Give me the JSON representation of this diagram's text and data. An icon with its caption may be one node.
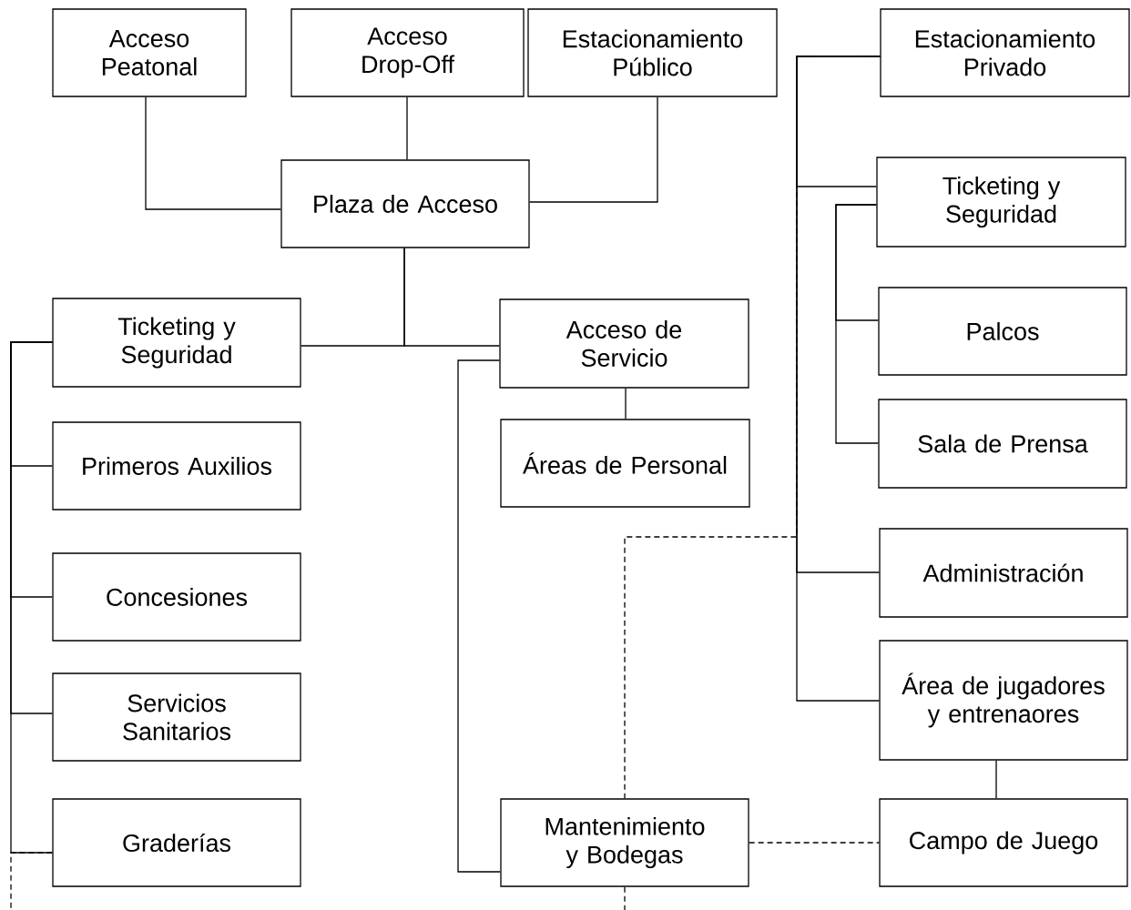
{
  "diagram": {
    "nodes": [
      {
        "text": [
          "Acceso Peatonal"
        ]
      },
      {
        "text": [
          "Acceso Drop-Off"
        ]
      },
      {
        "text": [
          "Estacionamiento Público"
        ]
      },
      {
        "text": [
          "Estacionamiento Privado"
        ]
      },
      {
        "text": [
          "Plaza de Acceso"
        ]
      },
      {
        "text": [
          "Ticketing y Seguridad"
        ]
      },
      {
        "text": [
          "Acceso de Servicio"
        ]
      },
      {
        "text": [
          "Ticketing y Seguridad"
        ]
      },
      {
        "text": [
          "Palcos"
        ]
      },
      {
        "text": [
          "Áreas de Personal"
        ]
      },
      {
        "text": [
          "Primeros Auxilios"
        ]
      },
      {
        "text": [
          "Sala de Prensa"
        ]
      },
      {
        "text": [
          "Administración"
        ]
      },
      {
        "text": [
          "Concesiones"
        ]
      },
      {
        "text": [
          "Área de jugadores y entrenaores"
        ]
      },
      {
        "text": [
          "Servicios Sanitarios"
        ]
      },
      {
        "text": [
          "Graderías"
        ]
      },
      {
        "text": [
          "Mantenimiento y Bodegas"
        ]
      },
      {
        "text": [
          "Campo de Juego"
        ]
      }
    ],
    "edges": [
      {
        "from": 0,
        "to": 4,
        "arrow": "none"
      },
      {
        "from": 1,
        "to": 4,
        "arrow": "none"
      },
      {
        "from": 2,
        "to": 4,
        "arrow": "none"
      },
      {
        "from": 4,
        "to": 5,
        "arrow": "none"
      },
      {
        "from": 4,
        "to": 6,
        "arrow": "none"
      },
      {
        "from": 5,
        "to": 10,
        "arrow": "none"
      },
      {
        "from": 5,
        "to": 13,
        "arrow": "none"
      },
      {
        "from": 5,
        "to": 15,
        "arrow": "none"
      },
      {
        "from": 5,
        "to": 16,
        "arrow": "none"
      },
      {
        "from": 16,
        "to": null,
        "arrow": "none",
        "style": "dashed"
      },
      {
        "from": 6,
        "to": 9,
        "arrow": "none"
      },
      {
        "from": 6,
        "to": 17,
        "arrow": "none"
      },
      {
        "from": 3,
        "to": 7,
        "arrow": "none"
      },
      {
        "from": 3,
        "to": 12,
        "arrow": "none"
      },
      {
        "from": 3,
        "to": 14,
        "arrow": "none"
      },
      {
        "from": 3,
        "to": 17,
        "arrow": "none",
        "style": "dashed"
      },
      {
        "from": 7,
        "to": 8,
        "arrow": "none"
      },
      {
        "from": 7,
        "to": 11,
        "arrow": "none"
      },
      {
        "from": 14,
        "to": 18,
        "arrow": "none"
      },
      {
        "from": 17,
        "to": 18,
        "arrow": "none",
        "style": "dashed"
      },
      {
        "from": 17,
        "to": null,
        "arrow": "none",
        "style": "dashed"
      }
    ]
  }
}
